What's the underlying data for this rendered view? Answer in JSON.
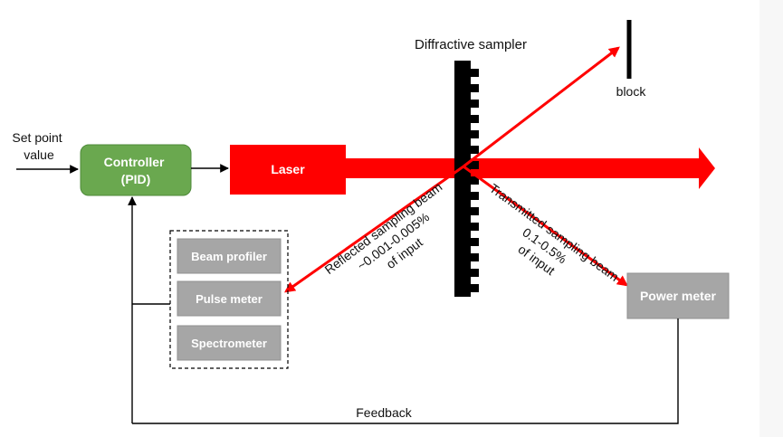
{
  "labels": {
    "set_point": [
      "Set point",
      "value"
    ],
    "diffractive_sampler": "Diffractive sampler",
    "block": "block",
    "feedback": "Feedback"
  },
  "boxes": {
    "controller": [
      "Controller",
      "(PID)"
    ],
    "laser": "Laser",
    "beam_profiler": "Beam profiler",
    "pulse_meter": "Pulse meter",
    "spectrometer": "Spectrometer",
    "power_meter": "Power meter"
  },
  "beams": {
    "reflected": [
      "Reflected sampling beam",
      "~0.001-0.005%",
      "of input"
    ],
    "transmitted": [
      "Transmitted sampling beam",
      "0.1-0.5%",
      "of input"
    ]
  },
  "colors": {
    "controller": "#6aa84f",
    "laser": "#ff0000",
    "beam": "#ff0000",
    "instrument": "#a6a6a6",
    "line": "#000000"
  }
}
